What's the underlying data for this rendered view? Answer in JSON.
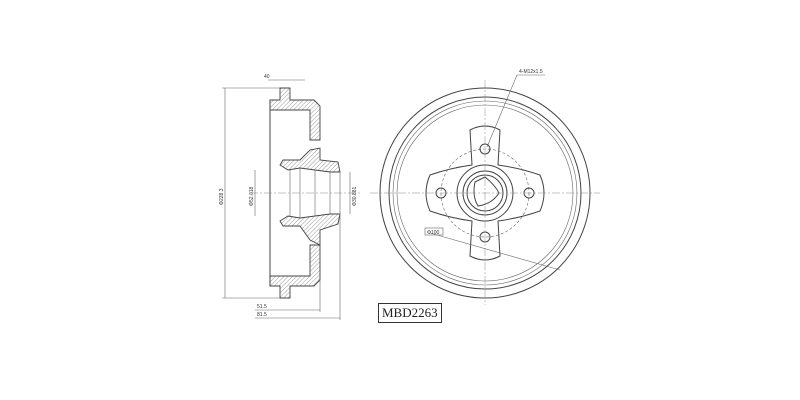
{
  "part_number": "MBD2263",
  "side_view": {
    "dims": {
      "width_top": "40",
      "outer_diameter": "Φ228.3",
      "bore_diameter": "Φ52.018",
      "hub_diameter": "Φ30.881",
      "depth_inner": "51.5",
      "depth_total": "81.5"
    }
  },
  "front_view": {
    "bolt_label": "4-M12x1.5",
    "pcd_label": "Φ100"
  }
}
